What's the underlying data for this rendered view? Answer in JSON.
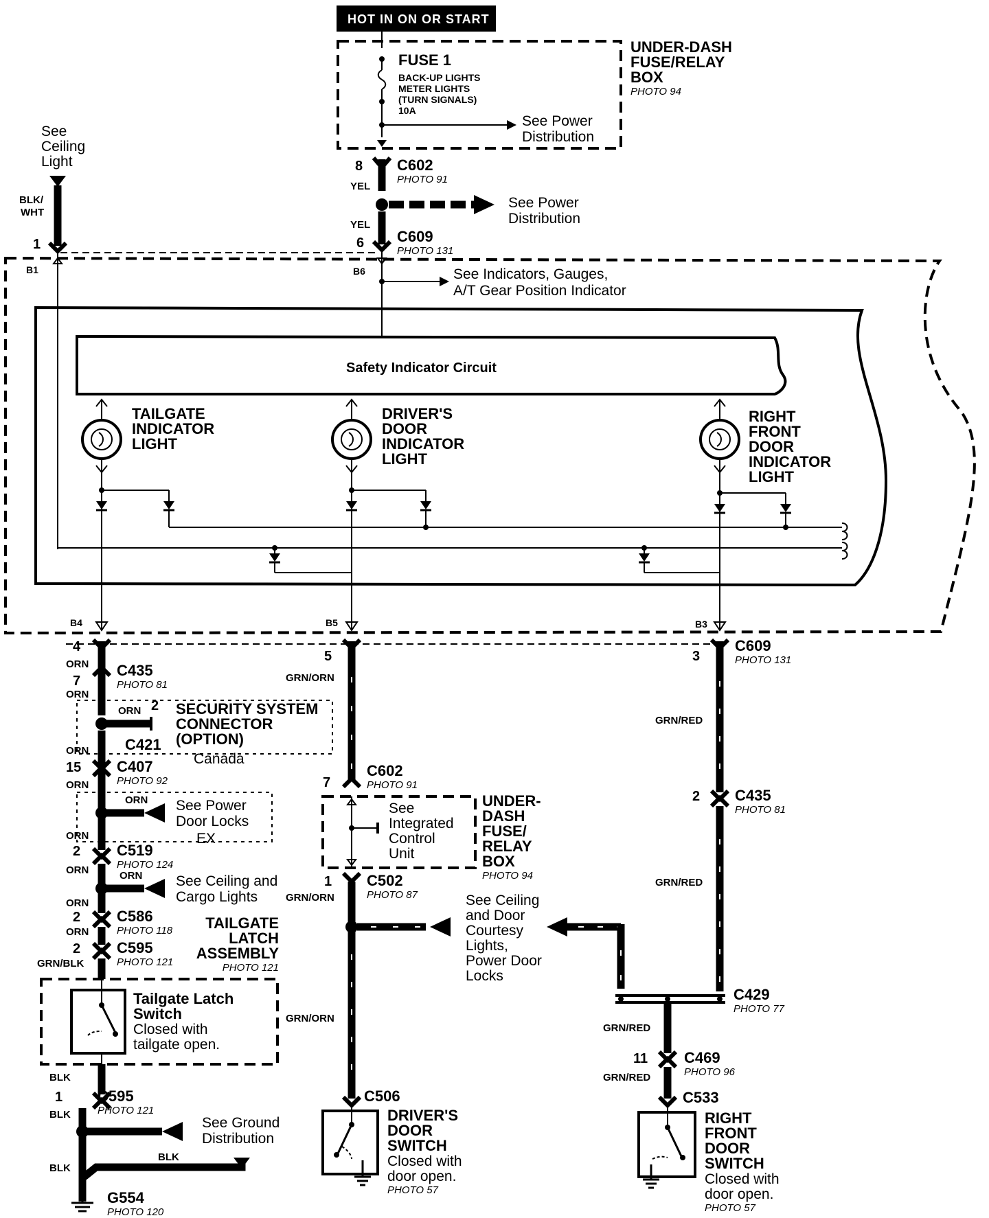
{
  "header": {
    "hot_label": "HOT IN ON OR START"
  },
  "fuse_box_top": {
    "title_l1": "UNDER-DASH",
    "title_l2": "FUSE/RELAY",
    "title_l3": "BOX",
    "photo": "PHOTO 94",
    "fuse": "FUSE 1",
    "fuse_desc_l1": "BACK-UP LIGHTS",
    "fuse_desc_l2": "METER LIGHTS",
    "fuse_desc_l3": "(TURN SIGNALS)",
    "fuse_rating": "10A",
    "see_power_l1": "See Power",
    "see_power_l2": "Distribution"
  },
  "ceiling": {
    "l1": "See",
    "l2": "Ceiling",
    "l3": "Light",
    "wire_l1": "BLK/",
    "wire_l2": "WHT",
    "pin": "1",
    "b_pin": "B1"
  },
  "top_connectors": {
    "c602": "C602",
    "c602_photo": "PHOTO 91",
    "c602_pin": "8",
    "yel_top": "YEL",
    "see_power_l1": "See Power",
    "see_power_l2": "Distribution",
    "yel_bot": "YEL",
    "c609_pin": "6",
    "c609": "C609",
    "c609_photo": "PHOTO 131",
    "b6": "B6",
    "see_ind_l1": "See Indicators, Gauges,",
    "see_ind_l2": "A/T Gear Position Indicator"
  },
  "gauge": {
    "circuit": "Safety Indicator Circuit",
    "tailgate_l1": "TAILGATE",
    "tailgate_l2": "INDICATOR",
    "tailgate_l3": "LIGHT",
    "driver_l1": "DRIVER'S",
    "driver_l2": "DOOR",
    "driver_l3": "INDICATOR",
    "driver_l4": "LIGHT",
    "right_l1": "RIGHT",
    "right_l2": "FRONT",
    "right_l3": "DOOR",
    "right_l4": "INDICATOR",
    "right_l5": "LIGHT",
    "b4": "B4",
    "b5": "B5",
    "b3": "B3"
  },
  "left_branch": {
    "pin4": "4",
    "orn1": "ORN",
    "c435": "C435",
    "c435_photo": "PHOTO 81",
    "pin7": "7",
    "orn2": "ORN",
    "orn_sec": "ORN",
    "sec_pin": "2",
    "sec_l1": "SECURITY SYSTEM",
    "sec_l2": "CONNECTOR",
    "sec_l3": "(OPTION)",
    "c421": "C421",
    "canada": "Canada",
    "orn3": "ORN",
    "pin15": "15",
    "c407": "C407",
    "c407_photo": "PHOTO 92",
    "orn4": "ORN",
    "orn_pdl": "ORN",
    "pdl_l1": "See Power",
    "pdl_l2": "Door Locks",
    "ex": "EX",
    "orn5": "ORN",
    "pin2a": "2",
    "c519": "C519",
    "c519_photo": "PHOTO 124",
    "orn6": "ORN",
    "orn_cc": "ORN",
    "cc_l1": "See Ceiling and",
    "cc_l2": "Cargo Lights",
    "orn7": "ORN",
    "pin2b": "2",
    "c586": "C586",
    "c586_photo": "PHOTO 118",
    "orn8": "ORN",
    "pin2c": "2",
    "c595": "C595",
    "c595_photo": "PHOTO 121",
    "grnblk": "GRN/BLK",
    "tla_l1": "TAILGATE",
    "tla_l2": "LATCH",
    "tla_l3": "ASSEMBLY",
    "tla_photo": "PHOTO 121",
    "tls_l1": "Tailgate Latch",
    "tls_l2": "Switch",
    "tls_l3": "Closed with",
    "tls_l4": "tailgate open.",
    "blk1": "BLK",
    "pin1": "1",
    "c595b": "C595",
    "c595b_photo": "PHOTO 121",
    "blk2": "BLK",
    "gnd_l1": "See Ground",
    "gnd_l2": "Distribution",
    "blk3": "BLK",
    "blk4": "BLK",
    "g554": "G554",
    "g554_photo": "PHOTO 120"
  },
  "mid_branch": {
    "pin5": "5",
    "grnorn1": "GRN/ORN",
    "c602": "C602",
    "c602_photo": "PHOTO 91",
    "pin7": "7",
    "icu_l1": "See",
    "icu_l2": "Integrated",
    "icu_l3": "Control",
    "icu_l4": "Unit",
    "box_l1": "UNDER-",
    "box_l2": "DASH",
    "box_l3": "FUSE/",
    "box_l4": "RELAY",
    "box_l5": "BOX",
    "box_photo": "PHOTO 94",
    "pin1": "1",
    "c502": "C502",
    "c502_photo": "PHOTO 87",
    "grnorn2": "GRN/ORN",
    "courtesy_l1": "See Ceiling",
    "courtesy_l2": "and Door",
    "courtesy_l3": "Courtesy",
    "courtesy_l4": "Lights,",
    "courtesy_l5": "Power Door",
    "courtesy_l6": "Locks",
    "grnorn3": "GRN/ORN",
    "c506": "C506",
    "sw_l1": "DRIVER'S",
    "sw_l2": "DOOR",
    "sw_l3": "SWITCH",
    "sw_l4": "Closed with",
    "sw_l5": "door open.",
    "sw_photo": "PHOTO 57"
  },
  "right_branch": {
    "pin3": "3",
    "c609": "C609",
    "c609_photo": "PHOTO 131",
    "grnred1": "GRN/RED",
    "pin2": "2",
    "c435": "C435",
    "c435_photo": "PHOTO 81",
    "grnred2": "GRN/RED",
    "c429": "C429",
    "c429_photo": "PHOTO 77",
    "grnred3": "GRN/RED",
    "pin11": "11",
    "c469": "C469",
    "c469_photo": "PHOTO 96",
    "grnred4": "GRN/RED",
    "c533": "C533",
    "sw_l1": "RIGHT",
    "sw_l2": "FRONT",
    "sw_l3": "DOOR",
    "sw_l4": "SWITCH",
    "sw_l5": "Closed with",
    "sw_l6": "door open.",
    "sw_photo": "PHOTO 57"
  }
}
